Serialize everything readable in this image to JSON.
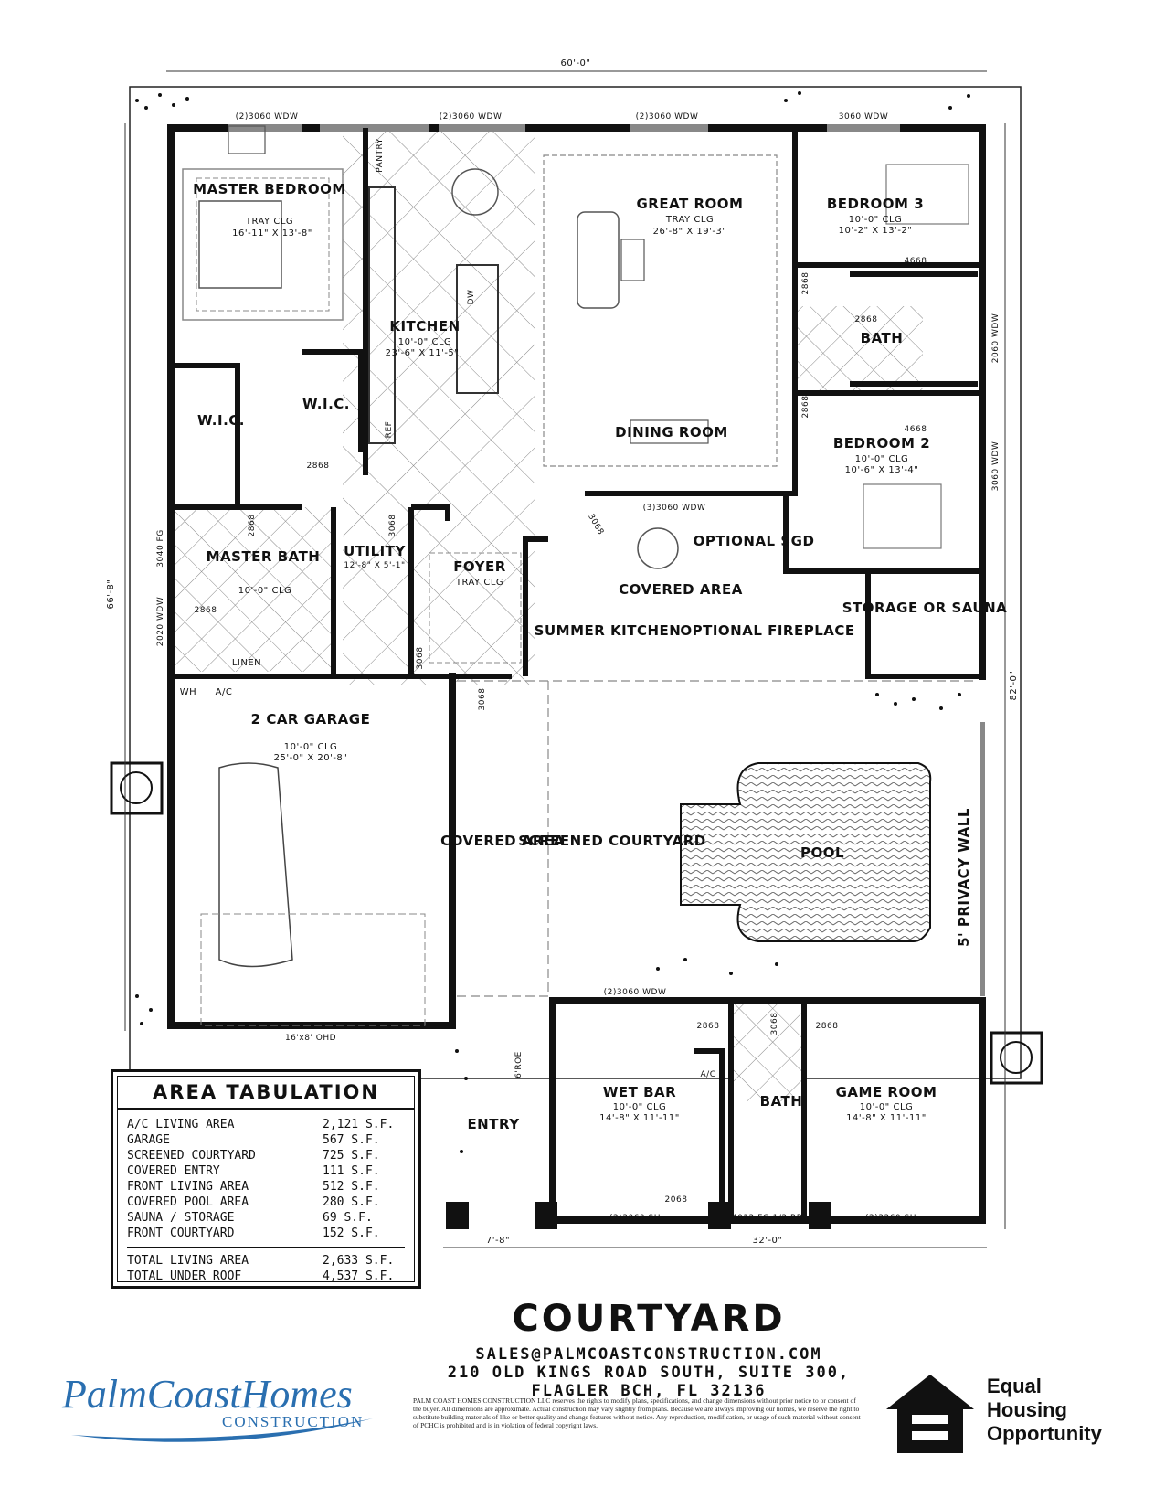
{
  "plan": {
    "dims": {
      "top": "60'-0\"",
      "left": "66'-8\"",
      "right": "82'-0\"",
      "bottom_left": "7'-8\"",
      "bottom_right": "32'-0\""
    },
    "windows": [
      "(2)3060 WDW",
      "(2)3060 WDW",
      "(2)3060 WDW",
      "3060 WDW",
      "2060 WDW",
      "3060 WDW",
      "3040 FG",
      "2020 WDW",
      "(3)3060 WDW",
      "(2)3060 SH",
      "4012 FG 1/2 RD",
      "(2)3260 SH",
      "(2)3060 WDW"
    ],
    "doors": [
      "4668",
      "2868",
      "2868",
      "4668",
      "2868",
      "2868",
      "2868",
      "3068",
      "3068",
      "3068",
      "3068",
      "2868",
      "2868",
      "3068",
      "2068",
      "2868",
      "16'x8' OHD",
      "6'ROE"
    ],
    "rooms": {
      "master_bedroom": {
        "name": "MASTER BEDROOM",
        "ceiling": "TRAY CLG",
        "size": "16'-11\" X 13'-8\""
      },
      "pantry": {
        "name": "PANTRY"
      },
      "kitchen": {
        "name": "KITCHEN",
        "ceiling": "10'-0\" CLG",
        "size": "23'-6\" X 11'-5\""
      },
      "great_room": {
        "name": "GREAT ROOM",
        "ceiling": "TRAY CLG",
        "size": "26'-8\" X 19'-3\""
      },
      "bedroom3": {
        "name": "BEDROOM 3",
        "ceiling": "10'-0\" CLG",
        "size": "10'-2\" X 13'-2\""
      },
      "bath_upper": {
        "name": "BATH"
      },
      "bedroom2": {
        "name": "BEDROOM 2",
        "ceiling": "10'-0\" CLG",
        "size": "10'-6\" X 13'-4\""
      },
      "dining_room": {
        "name": "DINING ROOM"
      },
      "wic_left": {
        "name": "W.I.C."
      },
      "wic_right": {
        "name": "W.I.C."
      },
      "ref": {
        "name": "REF"
      },
      "dw": {
        "name": "DW"
      },
      "master_bath": {
        "name": "MASTER BATH",
        "ceiling": "10'-0\" CLG"
      },
      "linen": {
        "name": "LINEN"
      },
      "utility": {
        "name": "UTILITY",
        "size": "12'-8\" X 5'-1\""
      },
      "foyer": {
        "name": "FOYER",
        "ceiling": "TRAY CLG"
      },
      "covered_area_top": {
        "name": "COVERED AREA"
      },
      "optional_sgd": {
        "name": "OPTIONAL SGD"
      },
      "summer_kitchen": {
        "name": "SUMMER KITCHEN"
      },
      "optional_fireplace": {
        "name": "OPTIONAL FIREPLACE"
      },
      "storage": {
        "name": "STORAGE OR SAUNA"
      },
      "wh": {
        "name": "WH"
      },
      "ac": {
        "name": "A/C"
      },
      "garage": {
        "name": "2 CAR GARAGE",
        "ceiling": "10'-0\" CLG",
        "size": "25'-0\" X 20'-8\""
      },
      "covered_area_mid": {
        "name": "COVERED AREA"
      },
      "screened_courtyard": {
        "name": "SCREENED COURTYARD"
      },
      "pool": {
        "name": "POOL"
      },
      "privacy_wall": {
        "name": "5' PRIVACY WALL"
      },
      "entry": {
        "name": "ENTRY"
      },
      "wet_bar": {
        "name": "WET BAR",
        "ceiling": "10'-0\" CLG",
        "size": "14'-8\" X 11'-11\""
      },
      "ac2": {
        "name": "A/C"
      },
      "bath_lower": {
        "name": "BATH"
      },
      "game_room": {
        "name": "GAME ROOM",
        "ceiling": "10'-0\" CLG",
        "size": "14'-8\" X 11'-11\""
      }
    }
  },
  "area_tabulation": {
    "title": "AREA TABULATION",
    "rows": [
      {
        "name": "A/C LIVING AREA",
        "value": "2,121 S.F."
      },
      {
        "name": "GARAGE",
        "value": "567 S.F."
      },
      {
        "name": "SCREENED COURTYARD",
        "value": "725 S.F."
      },
      {
        "name": "COVERED ENTRY",
        "value": "111 S.F."
      },
      {
        "name": "FRONT LIVING AREA",
        "value": "512 S.F."
      },
      {
        "name": "COVERED POOL AREA",
        "value": "280 S.F."
      },
      {
        "name": "SAUNA / STORAGE",
        "value": "69 S.F."
      },
      {
        "name": "FRONT COURTYARD",
        "value": "152 S.F."
      }
    ],
    "totals": [
      {
        "name": "TOTAL LIVING AREA",
        "value": "2,633 S.F."
      },
      {
        "name": "TOTAL UNDER ROOF",
        "value": "4,537 S.F."
      }
    ]
  },
  "footer": {
    "title": "COURTYARD",
    "email": "SALES@PALMCOASTCONSTRUCTION.COM",
    "address1": "210 OLD KINGS ROAD SOUTH, SUITE 300,",
    "address2": "FLAGLER BCH, FL 32136",
    "disclaimer": "PALM COAST HOMES CONSTRUCTION LLC reserves the rights to modify plans, specifications, and change dimensions without prior notice to or consent of the buyer. All dimensions are approximate. Actual construction may vary slightly from plans. Because we are always improving our homes, we reserve the right to substitute building materials of like or better quality and change features without notice. Any reproduction, modification, or usage of such material without consent of PCHC is prohibited and is in violation of federal copyright laws.",
    "logo_main": "PalmCoastHomes",
    "logo_sub": "CONSTRUCTION",
    "eho_line1": "Equal",
    "eho_line2": "Housing",
    "eho_line3": "Opportunity"
  },
  "colors": {
    "wall": "#111111",
    "logo_blue": "#2a6fb0",
    "grid": "#999999"
  }
}
